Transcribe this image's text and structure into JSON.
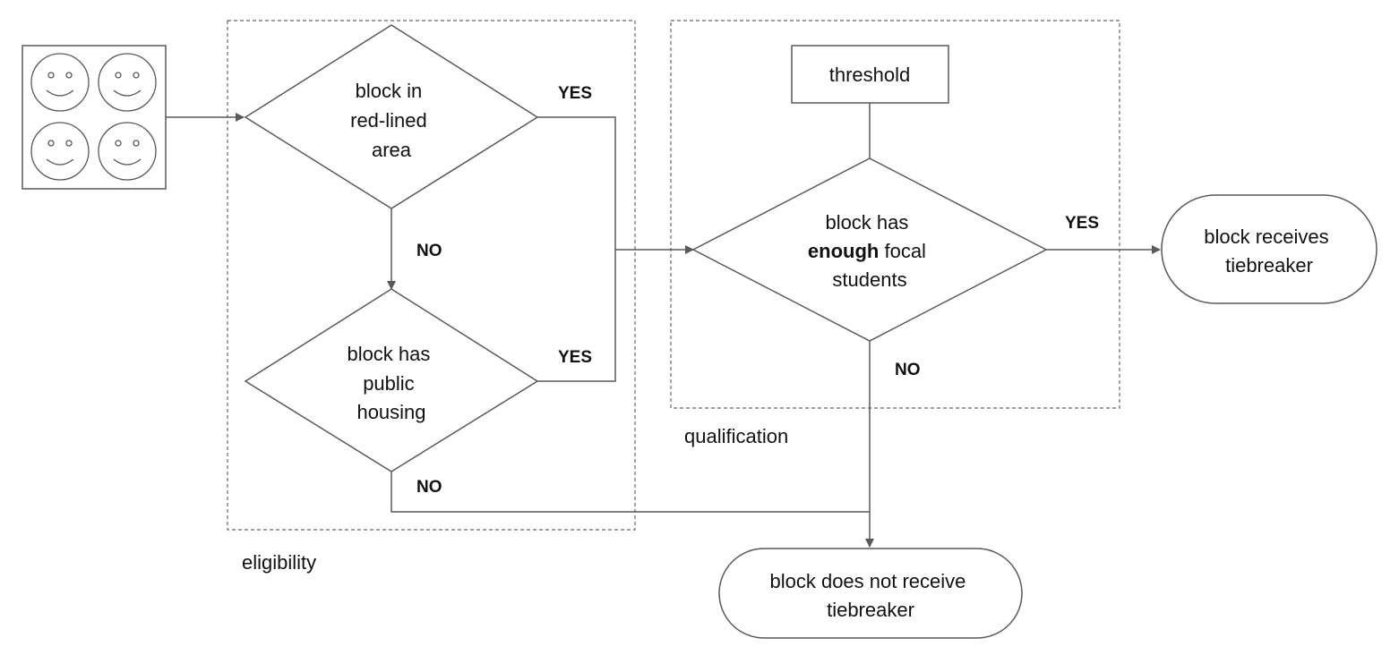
{
  "groups": {
    "eligibility": "eligibility",
    "qualification": "qualification"
  },
  "nodes": {
    "redlined": [
      "block in",
      "red-lined",
      "area"
    ],
    "public_housing": [
      "block has",
      "public",
      "housing"
    ],
    "threshold": "threshold",
    "enough": {
      "line1": "block has",
      "line2_bold": "enough",
      "line2_rest": " focal",
      "line3": "students"
    },
    "receives": [
      "block receives",
      "tiebreaker"
    ],
    "not_receive": [
      "block does not receive",
      "tiebreaker"
    ]
  },
  "edge_labels": {
    "redlined_yes": "YES",
    "redlined_no": "NO",
    "housing_yes": "YES",
    "housing_no": "NO",
    "enough_yes": "YES",
    "enough_no": "NO"
  },
  "icons": {
    "input": "student-faces-icon"
  },
  "colors": {
    "stroke": "#595959",
    "text": "#111111",
    "background": "#ffffff"
  }
}
